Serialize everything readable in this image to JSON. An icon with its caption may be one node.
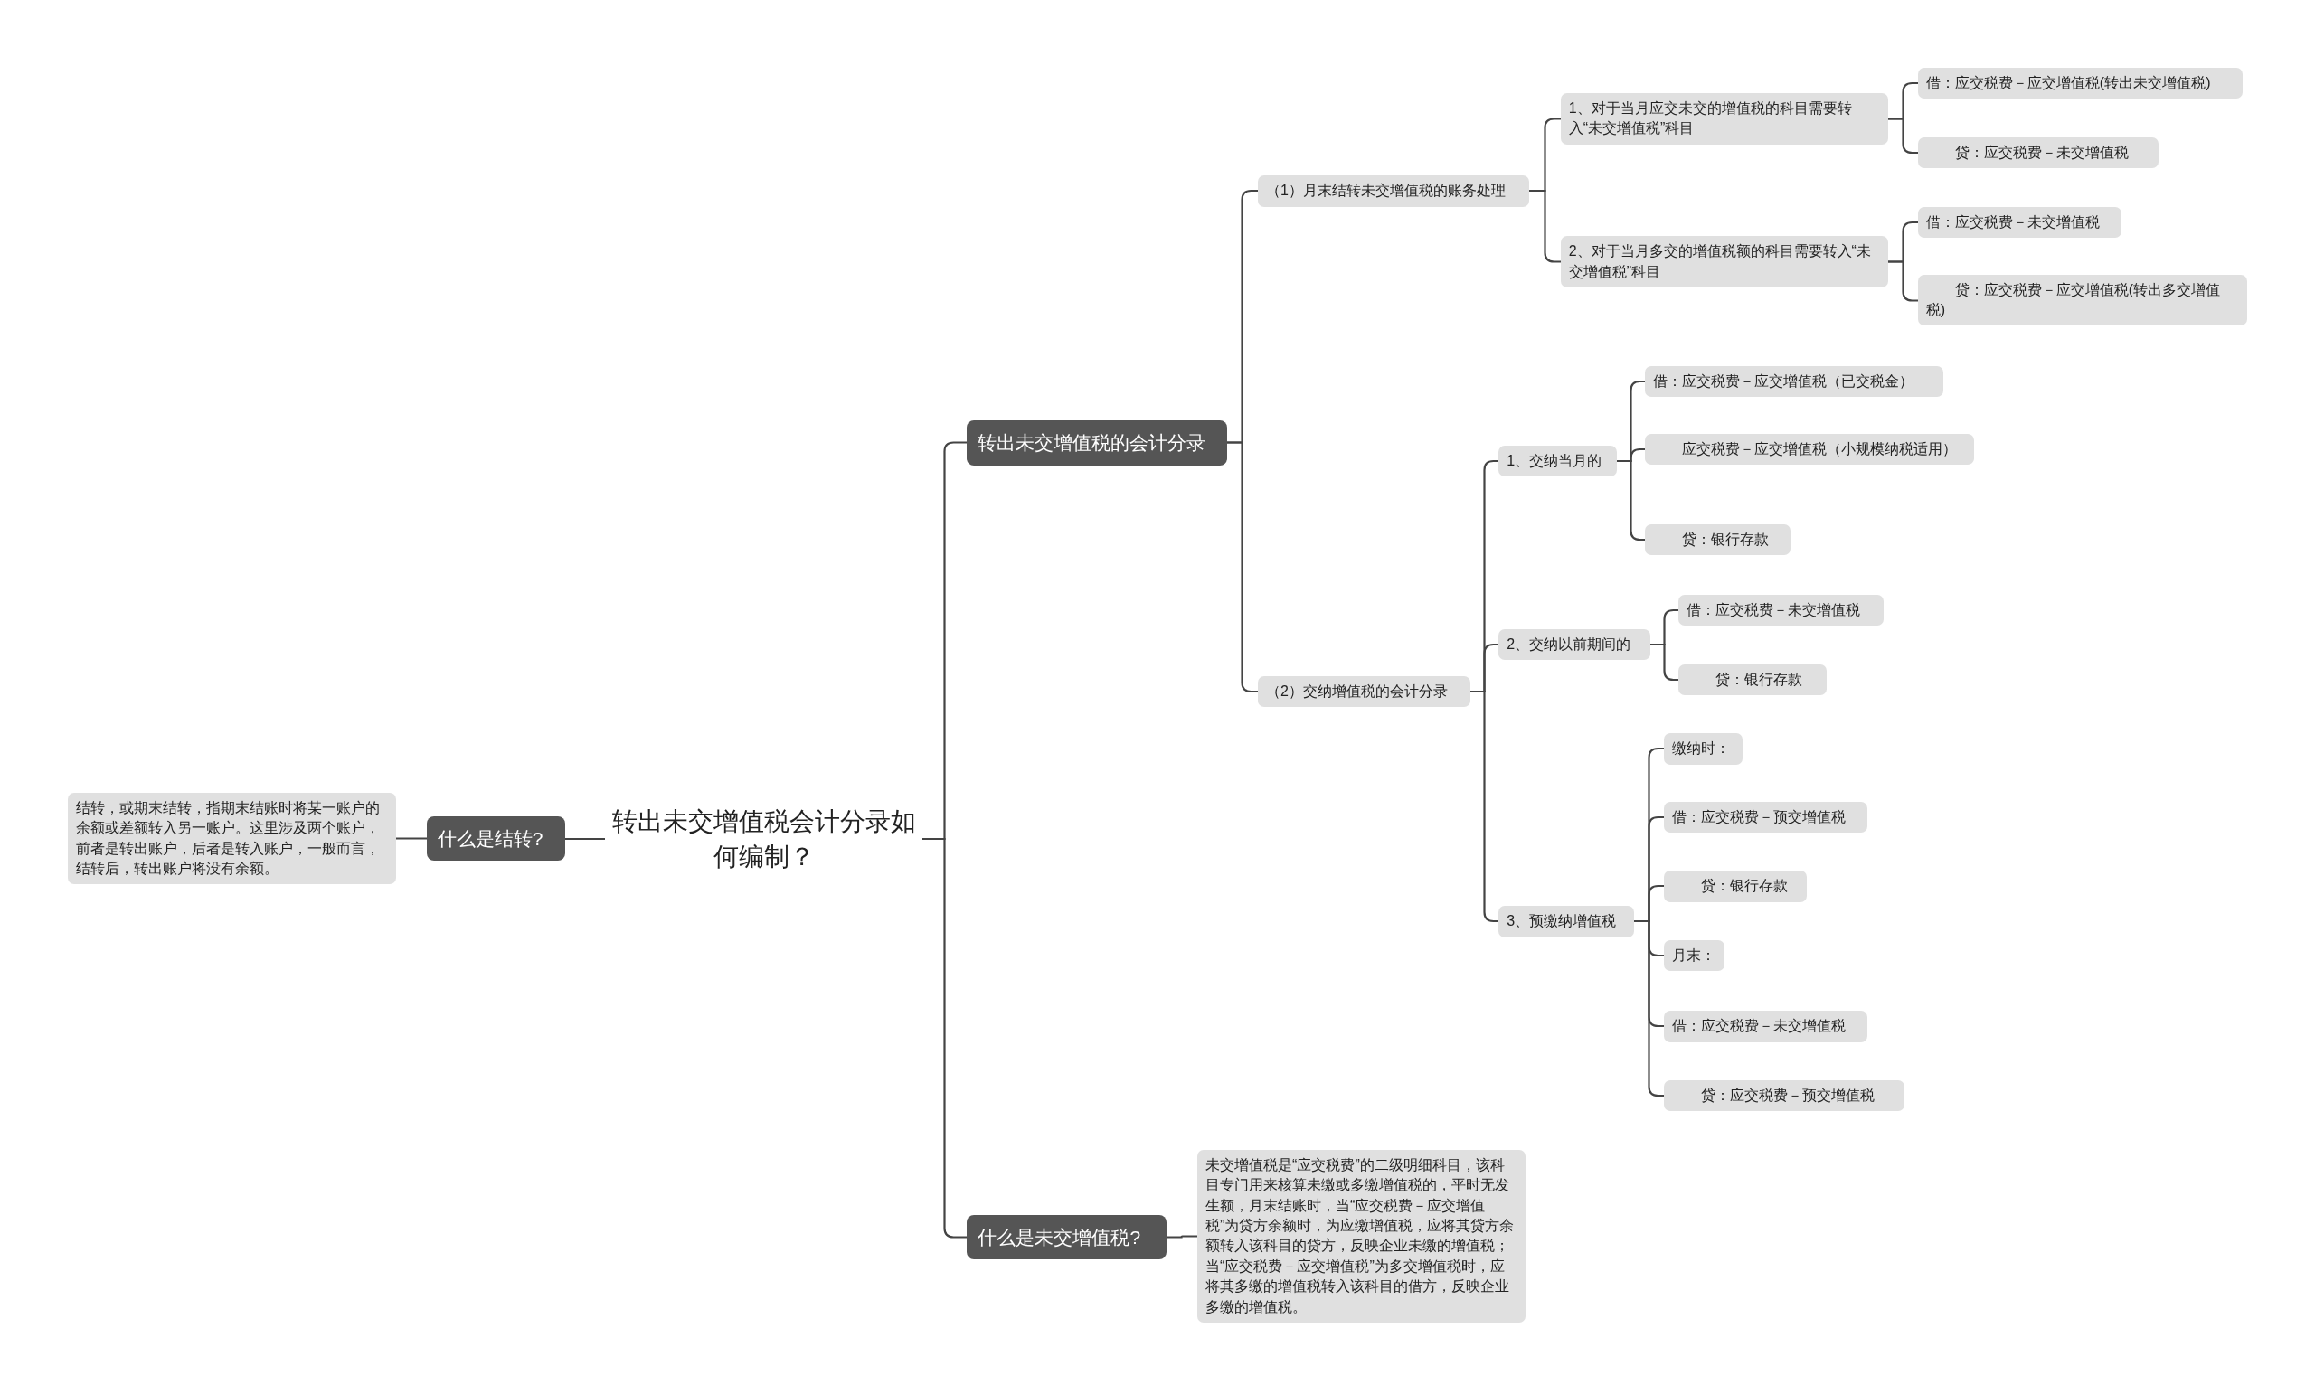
{
  "diagram": {
    "nodes": [
      {
        "text": [
          "转出未交增值税会计分录如何编制？"
        ]
      },
      {
        "text": [
          "什么是结转?"
        ]
      },
      {
        "text": [
          "结转，或期末结转，指期末结账时将某一账户的余额或差额转入另一账户。这里涉及两个账户，前者是转出账户，后者是转入账户，一般而言，结转后，转出账户将没有余额。"
        ]
      },
      {
        "text": [
          "转出未交增值税的会计分录"
        ]
      },
      {
        "text": [
          "（1）月末结转未交增值税的账务处理"
        ]
      },
      {
        "text": [
          "1、对于当月应交未交的增值税的科目需要转入“未交增值税”科目"
        ]
      },
      {
        "text": [
          "借：应交税费－应交增值税(转出未交增值税)"
        ]
      },
      {
        "text": [
          "贷：应交税费－未交增值税"
        ]
      },
      {
        "text": [
          "2、对于当月多交的增值税额的科目需要转入“未交增值税”科目"
        ]
      },
      {
        "text": [
          "借：应交税费－未交增值税"
        ]
      },
      {
        "text": [
          "贷：应交税费－应交增值税(转出多交增值税)"
        ]
      },
      {
        "text": [
          "（2）交纳增值税的会计分录"
        ]
      },
      {
        "text": [
          "1、交纳当月的"
        ]
      },
      {
        "text": [
          "借：应交税费－应交增值税（已交税金）"
        ]
      },
      {
        "text": [
          "应交税费－应交增值税（小规模纳税适用）"
        ]
      },
      {
        "text": [
          "贷：银行存款"
        ]
      },
      {
        "text": [
          "2、交纳以前期间的"
        ]
      },
      {
        "text": [
          "借：应交税费－未交增值税"
        ]
      },
      {
        "text": [
          "贷：银行存款"
        ]
      },
      {
        "text": [
          "3、预缴纳增值税"
        ]
      },
      {
        "text": [
          "缴纳时："
        ]
      },
      {
        "text": [
          "借：应交税费－预交增值税"
        ]
      },
      {
        "text": [
          "贷：银行存款"
        ]
      },
      {
        "text": [
          "月末："
        ]
      },
      {
        "text": [
          "借：应交税费－未交增值税"
        ]
      },
      {
        "text": [
          "贷：应交税费－预交增值税"
        ]
      },
      {
        "text": [
          "什么是未交增值税?"
        ]
      },
      {
        "text": [
          "未交增值税是“应交税费”的二级明细科目，该科目专门用来核算未缴或多缴增值税的，平时无发生额，月末结账时，当“应交税费－应交增值税”为贷方余额时，为应缴增值税，应将其贷方余额转入该科目的贷方，反映企业未缴的增值税；当“应交税费－应交增值税”为多交增值税时，应将其多缴的增值税转入该科目的借方，反映企业多缴的增值税。"
        ]
      }
    ],
    "edges": [
      {
        "from": 0,
        "to": 1,
        "arrow": "none"
      },
      {
        "from": 1,
        "to": 2,
        "arrow": "none"
      },
      {
        "from": 0,
        "to": 3,
        "arrow": "none"
      },
      {
        "from": 3,
        "to": 4,
        "arrow": "none"
      },
      {
        "from": 4,
        "to": 5,
        "arrow": "none"
      },
      {
        "from": 5,
        "to": 6,
        "arrow": "none"
      },
      {
        "from": 5,
        "to": 7,
        "arrow": "none"
      },
      {
        "from": 4,
        "to": 8,
        "arrow": "none"
      },
      {
        "from": 8,
        "to": 9,
        "arrow": "none"
      },
      {
        "from": 8,
        "to": 10,
        "arrow": "none"
      },
      {
        "from": 3,
        "to": 11,
        "arrow": "none"
      },
      {
        "from": 11,
        "to": 12,
        "arrow": "none"
      },
      {
        "from": 12,
        "to": 13,
        "arrow": "none"
      },
      {
        "from": 12,
        "to": 14,
        "arrow": "none"
      },
      {
        "from": 12,
        "to": 15,
        "arrow": "none"
      },
      {
        "from": 11,
        "to": 16,
        "arrow": "none"
      },
      {
        "from": 16,
        "to": 17,
        "arrow": "none"
      },
      {
        "from": 16,
        "to": 18,
        "arrow": "none"
      },
      {
        "from": 11,
        "to": 19,
        "arrow": "none"
      },
      {
        "from": 19,
        "to": 20,
        "arrow": "none"
      },
      {
        "from": 19,
        "to": 21,
        "arrow": "none"
      },
      {
        "from": 19,
        "to": 22,
        "arrow": "none"
      },
      {
        "from": 19,
        "to": 23,
        "arrow": "none"
      },
      {
        "from": 19,
        "to": 24,
        "arrow": "none"
      },
      {
        "from": 19,
        "to": 25,
        "arrow": "none"
      },
      {
        "from": 0,
        "to": 26,
        "arrow": "none"
      },
      {
        "from": 26,
        "to": 27,
        "arrow": "none"
      }
    ]
  }
}
